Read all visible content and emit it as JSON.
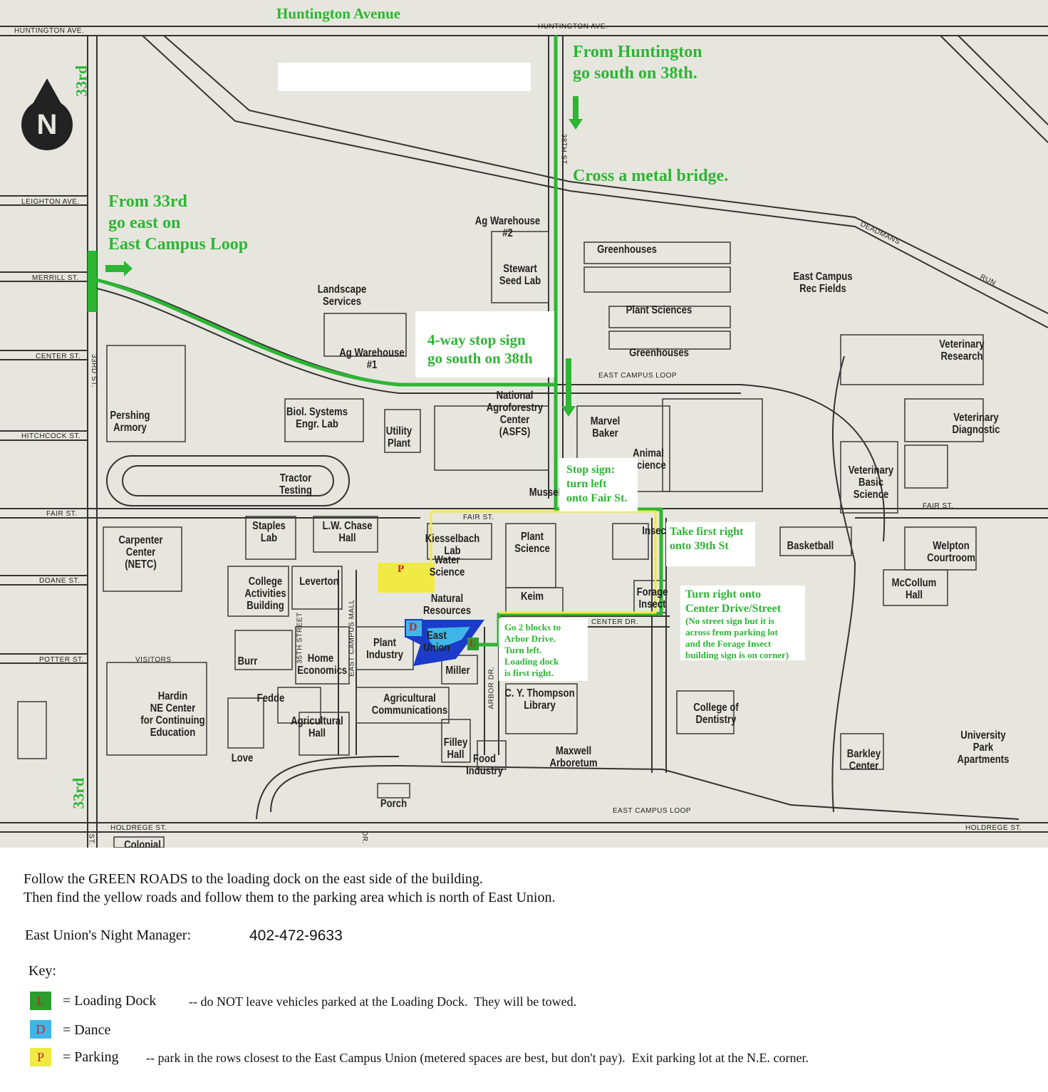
{
  "map": {
    "streets": {
      "huntington_top": "Huntington Avenue",
      "huntington_ave_left": "HUNTINGTON AVE.",
      "huntington_ave_mid": "HUNTINGTON AVE.",
      "leighton": "LEIGHTON AVE.",
      "merrill": "MERRILL ST.",
      "center_st": "CENTER ST.",
      "hitchcock": "HITCHCOCK ST.",
      "fair_st_left": "FAIR ST.",
      "doane": "DOANE ST.",
      "potter": "POTTER ST.",
      "holdrege_left": "HOLDREGE ST.",
      "holdrege_right": "HOLDREGE ST.",
      "east_campus_loop_north": "EAST CAMPUS LOOP",
      "east_campus_loop_south": "EAST CAMPUS LOOP",
      "fair_st_mid": "FAIR ST.",
      "fair_st_right": "FAIR ST.",
      "center_dr": "CENTER DR.",
      "deadmans": "DEADMANS",
      "run": "RUN",
      "th38": "38TH ST.",
      "rd33_street": "33RD ST.",
      "th35": "35TH STREET",
      "east_campus_mall": "EAST CAMPUS MALL",
      "arbor_dr": "ARBOR DR.",
      "dr_bottom": "DR.",
      "st_bottom": "ST.",
      "visitors": "VISITORS",
      "rd33_green_top": "33rd",
      "rd33_green_bottom": "33rd"
    },
    "compass_letter": "N",
    "buildings": {
      "ag_warehouse_2": "Ag Warehouse\n#2",
      "greenhouses_n": "Greenhouses",
      "stewart": "Stewart\nSeed Lab",
      "east_campus_rec": "East Campus\nRec Fields",
      "landscape": "Landscape\nServices",
      "plant_sciences": "Plant Sciences",
      "greenhouses_s": "Greenhouses",
      "ag_warehouse_1": "Ag Warehouse\n#1",
      "vet_research": "Veterinary\nResearch",
      "nat_agroforestry": "National\nAgroforestry\nCenter\n(ASFS)",
      "pershing": "Pershing\nArmory",
      "biol_systems": "Biol. Systems\nEngr. Lab",
      "utility": "Utility\nPlant",
      "marvel_baker": "Marvel\nBaker",
      "vet_diagnostic": "Veterinary\nDiagnostic",
      "animal_science": "Animal\nScience",
      "tractor": "Tractor\nTesting",
      "mussel": "Mussel",
      "vet_basic": "Veterinary\nBasic\nScience",
      "carpenter": "Carpenter\nCenter\n(NETC)",
      "staples": "Staples\nLab",
      "lw_chase": "L.W. Chase\nHall",
      "kiesselbach": "Kiesselbach\nLab",
      "plant_science": "Plant\nScience",
      "insec": "Insec",
      "basketball": "Basketball",
      "welpton": "Welpton\nCourtroom",
      "mccollum": "McCollum\nHall",
      "water_science": "Water\nScience",
      "college_activities": "College\nActivities\nBuilding",
      "leverton": "Leverton",
      "natural_resources": "Natural\nResources",
      "keim": "Keim",
      "forage_insect": "Forage\nInsect",
      "east_union": "East\nUnion",
      "plant_industry": "Plant\nIndustry",
      "burr": "Burr",
      "home_economics": "Home\nEconomics",
      "miller": "Miller",
      "cy_thompson": "C. Y. Thompson\nLibrary",
      "hardin": "Hardin\nNE Center\nfor Continuing\nEducation",
      "fedde": "Fedde",
      "ag_communications": "Agricultural\nCommunications",
      "college_dentistry": "College of\nDentistry",
      "ag_hall": "Agricultural\nHall",
      "love": "Love",
      "filley": "Filley\nHall",
      "food_industry": "Food\nIndustry",
      "maxwell": "Maxwell\nArboretum",
      "barkley": "Barkley\nCenter",
      "univ_park": "University\nPark\nApartments",
      "porch": "Porch",
      "colonial": "Colonial"
    },
    "directions": {
      "from_huntington": "From Huntington\ngo south on 38th.",
      "cross_bridge": "Cross a metal bridge.",
      "from_33rd": "From 33rd\ngo east on\nEast Campus Loop",
      "four_way": "4-way stop sign\ngo south on 38th",
      "stop_sign": "Stop sign:\nturn left\nonto Fair St.",
      "first_right": "Take first right\nonto 39th St",
      "turn_right_center": "Turn right onto\nCenter Drive/Street",
      "no_street_sign": "(No street sign but it is\nacross from parking lot\nand the Forage Insect\nbuilding sign is on corner)",
      "two_blocks": "Go 2 blocks to\nArbor Drive.\nTurn left.\nLoading dock\nis first right."
    },
    "markers": {
      "parking": "P",
      "dance": "D",
      "loading": "L"
    },
    "colors": {
      "route_green": "#2db534",
      "route_yellow": "#f2ea3c",
      "map_bg": "#e7e6de",
      "union_blue": "#1a3cc8",
      "parking_yellow": "#f1ea44"
    }
  },
  "footer": {
    "line1": "Follow the GREEN ROADS to the loading dock on the east side of the building.",
    "line2": "Then find the yellow roads and follow them to the parking area which is north of East Union.",
    "manager_label": "East Union's Night Manager:",
    "manager_phone": "402-472-9633",
    "key_title": "Key:",
    "key": [
      {
        "symbol": "L",
        "label": "= Loading Dock",
        "note": "-- do NOT leave vehicles parked at the Loading Dock.  They will be towed.",
        "color": "#2e9c2e"
      },
      {
        "symbol": "D",
        "label": "= Dance",
        "note": "",
        "color": "#3fb6e8"
      },
      {
        "symbol": "P",
        "label": "= Parking",
        "note": "-- park in the rows closest to the East Campus Union (metered spaces are best, but don't pay).  Exit parking lot at the N.E. corner.",
        "color": "#f1ea44"
      }
    ]
  }
}
